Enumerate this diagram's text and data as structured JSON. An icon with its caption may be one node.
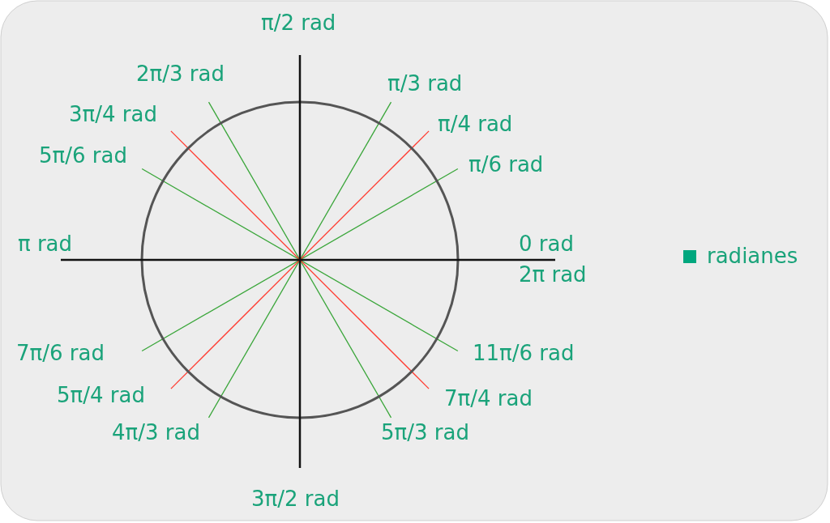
{
  "diagram": {
    "labels": [
      "π/2 rad",
      "2π/3 rad",
      "π/3 rad",
      "3π/4 rad",
      "π/4 rad",
      "5π/6 rad",
      "π/6 rad",
      "π rad",
      "0 rad",
      "2π rad",
      "7π/6 rad",
      "11π/6 rad",
      "5π/4 rad",
      "7π/4 rad",
      "4π/3 rad",
      "5π/3 rad",
      "3π/2 rad"
    ],
    "legend": [
      {
        "text": "radianes",
        "color": "#00a77e"
      }
    ]
  }
}
